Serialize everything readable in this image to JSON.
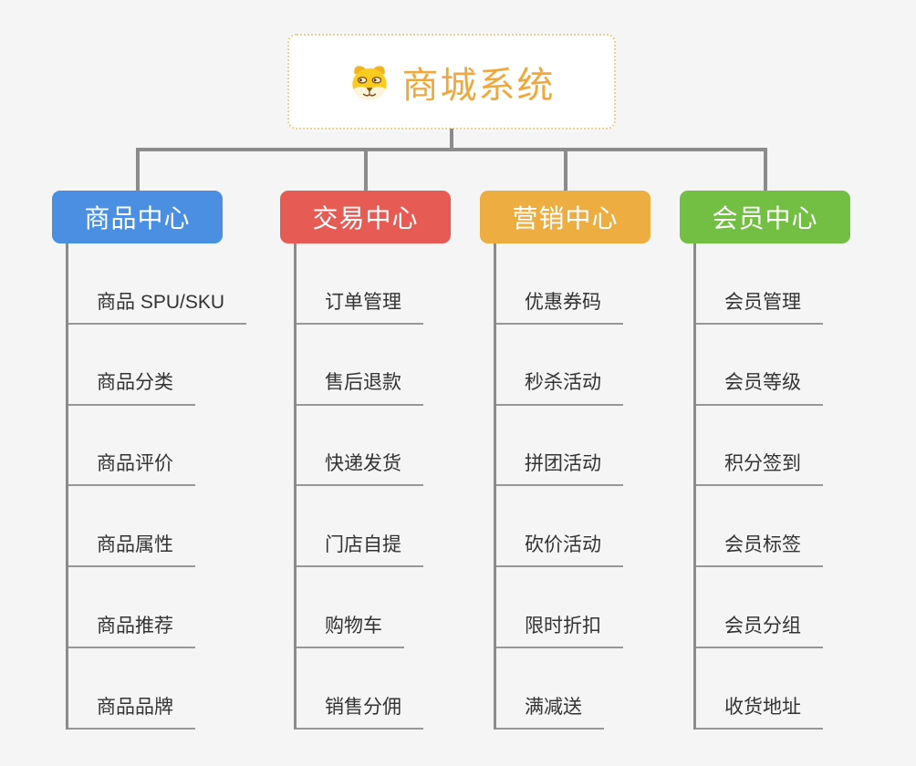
{
  "root": {
    "title": "商城系统",
    "icon": "dog-face-icon"
  },
  "branches": [
    {
      "label": "商品中心",
      "color": "#4A8FE2",
      "children": [
        "商品 SPU/SKU",
        "商品分类",
        "商品评价",
        "商品属性",
        "商品推荐",
        "商品品牌"
      ]
    },
    {
      "label": "交易中心",
      "color": "#E75B55",
      "children": [
        "订单管理",
        "售后退款",
        "快递发货",
        "门店自提",
        "购物车",
        "销售分佣"
      ]
    },
    {
      "label": "营销中心",
      "color": "#EDAD40",
      "children": [
        "优惠券码",
        "秒杀活动",
        "拼团活动",
        "砍价活动",
        "限时折扣",
        "满减送"
      ]
    },
    {
      "label": "会员中心",
      "color": "#72BF44",
      "children": [
        "会员管理",
        "会员等级",
        "积分签到",
        "会员标签",
        "会员分组",
        "收货地址"
      ]
    }
  ],
  "colors": {
    "background": "#F5F5F6",
    "root_title": "#F0A83C",
    "root_border_dotted": "#F3CD8D",
    "connector": "#8B8B8B",
    "leaf_underline": "#979797",
    "leaf_text": "#333333",
    "branch_text": "#FFFFFF"
  }
}
